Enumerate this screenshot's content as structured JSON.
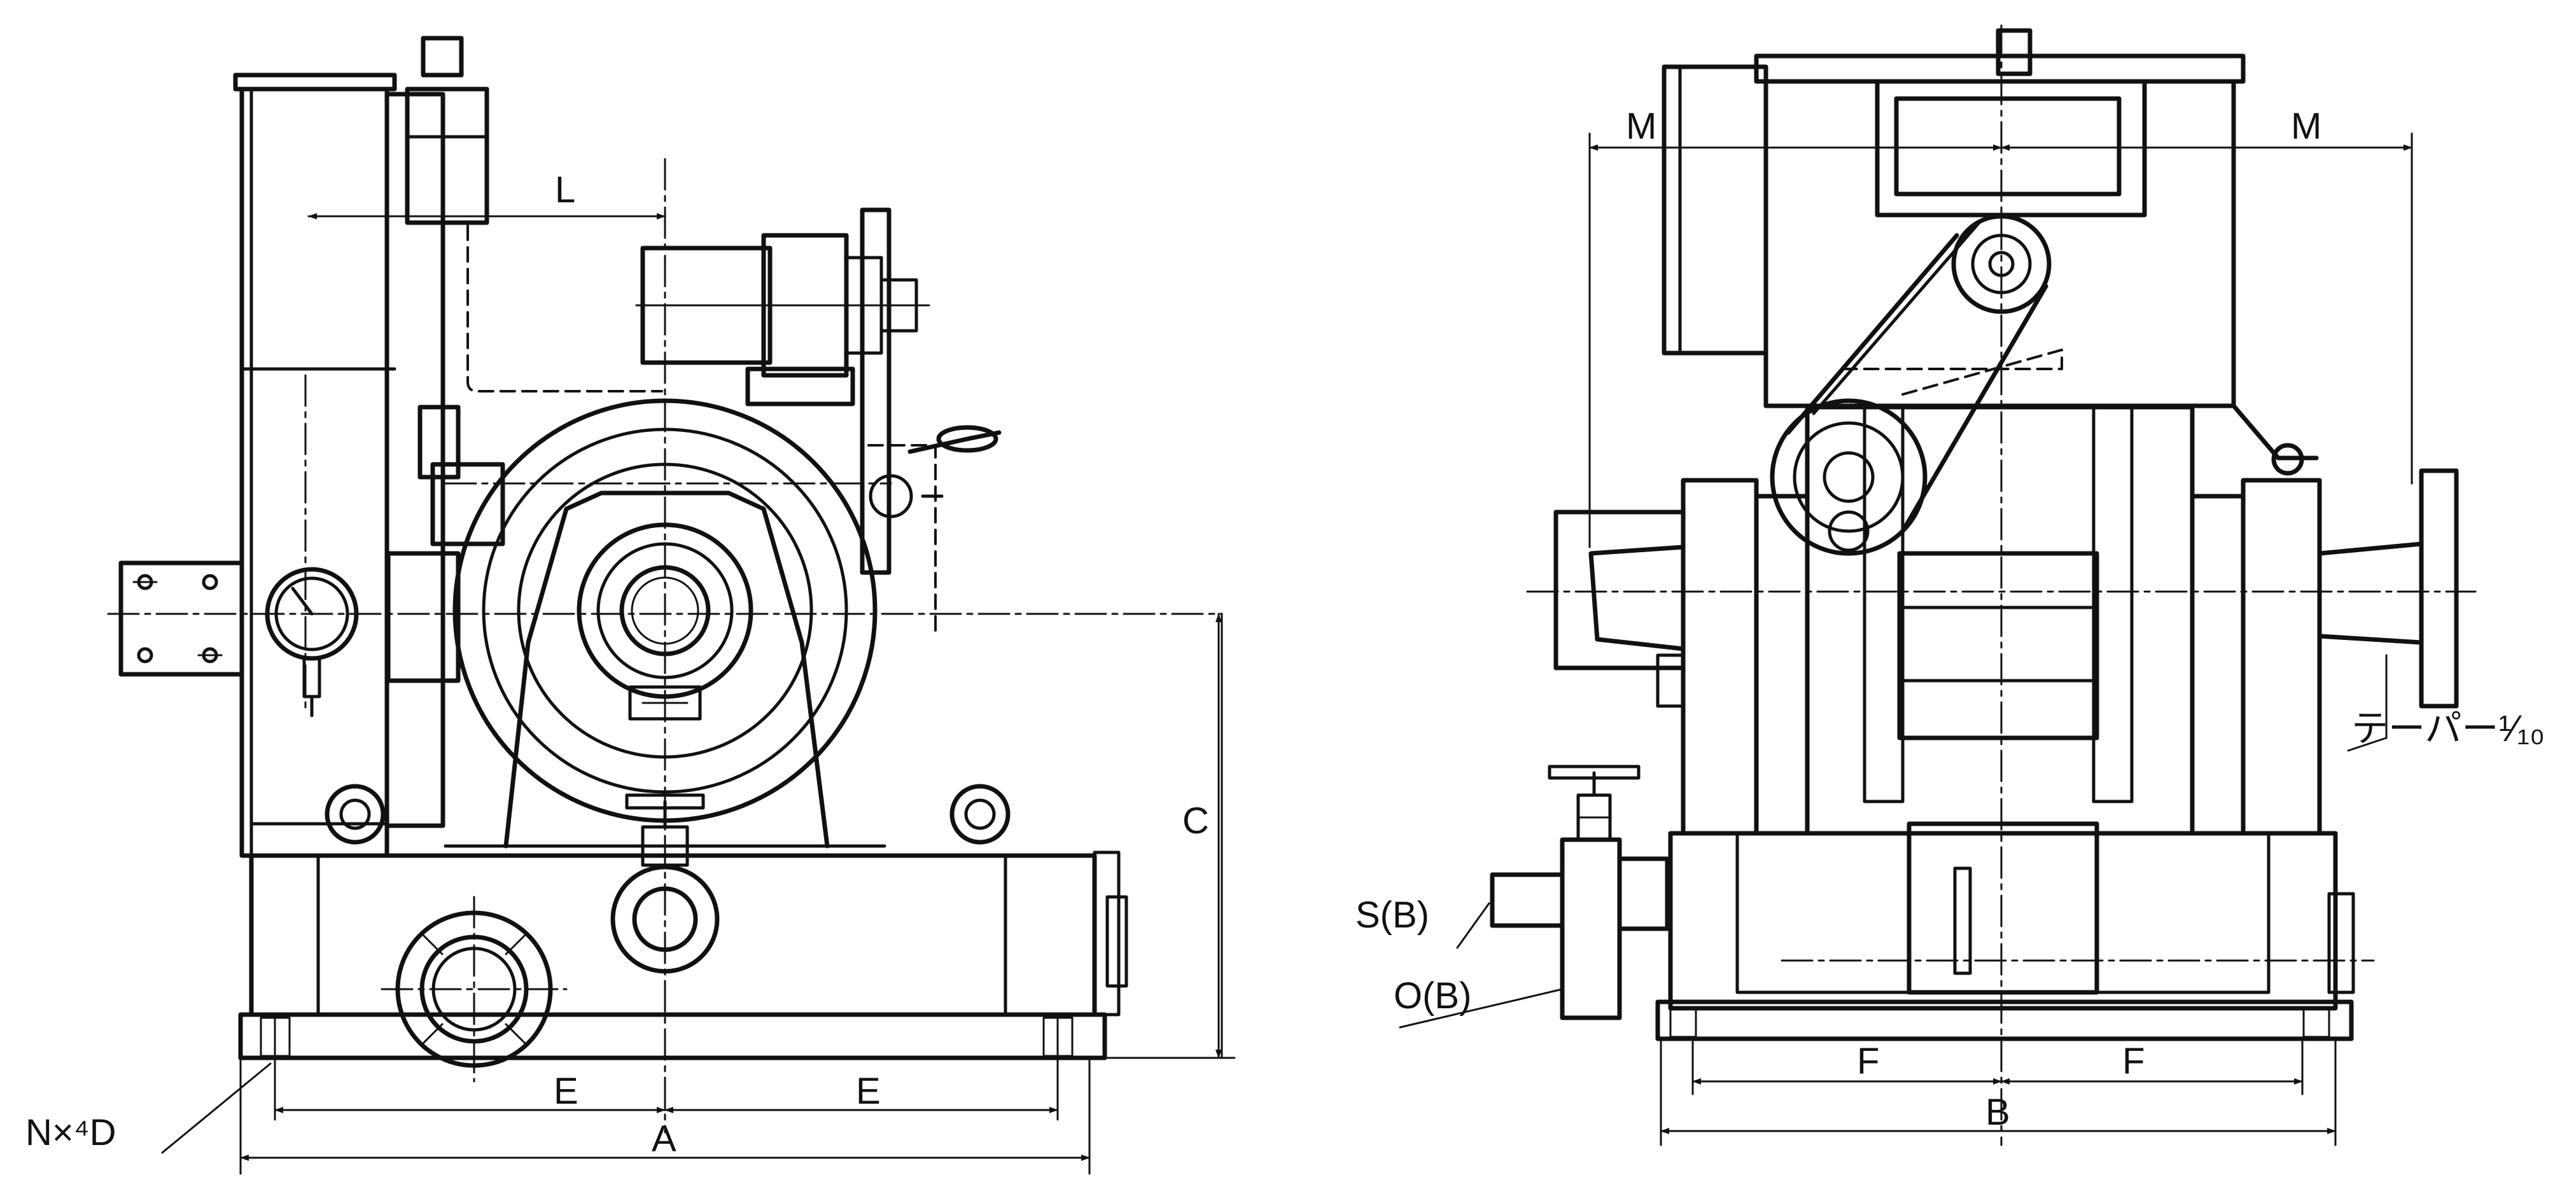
{
  "colors": {
    "ink": "#111111",
    "paper": "#ffffff"
  },
  "side_view": {
    "dim_A": "A",
    "dim_C": "C",
    "dim_E_left": "E",
    "dim_E_right": "E",
    "dim_L": "L",
    "note_bolts": "N×⁴D"
  },
  "front_view": {
    "dim_B": "B",
    "dim_F_left": "F",
    "dim_F_right": "F",
    "dim_M_left": "M",
    "dim_M_right": "M",
    "note_s": "S(B)",
    "note_o": "O(B)",
    "note_taper": "テーパー¹⁄₁₀"
  }
}
